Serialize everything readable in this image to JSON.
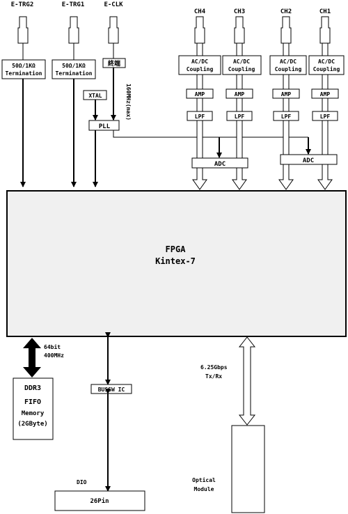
{
  "inputs": {
    "etrg2": {
      "label": "E-TRG2",
      "term1": "50Ω/1KΩ",
      "term2": "Termination"
    },
    "etrg1": {
      "label": "E-TRG1",
      "term1": "50Ω/1KΩ",
      "term2": "Termination"
    },
    "eclk": {
      "label": "E-CLK",
      "term": "終端",
      "freq": "160MHz(max)"
    }
  },
  "clock": {
    "xtal": "XTAL",
    "pll": "PLL"
  },
  "channels": [
    {
      "label": "CH4",
      "coupling1": "AC/DC",
      "coupling2": "Coupling",
      "amp": "AMP",
      "lpf": "LPF"
    },
    {
      "label": "CH3",
      "coupling1": "AC/DC",
      "coupling2": "Coupling",
      "amp": "AMP",
      "lpf": "LPF"
    },
    {
      "label": "CH2",
      "coupling1": "AC/DC",
      "coupling2": "Coupling",
      "amp": "AMP",
      "lpf": "LPF"
    },
    {
      "label": "CH1",
      "coupling1": "AC/DC",
      "coupling2": "Coupling",
      "amp": "AMP",
      "lpf": "LPF"
    }
  ],
  "adc": {
    "left": "ADC",
    "right": "ADC"
  },
  "fpga": {
    "line1": "FPGA",
    "line2": "Kintex-7"
  },
  "ddr": {
    "bus1": "64bit",
    "bus2": "400MHz",
    "line1": "DDR3",
    "line2": "FIFO",
    "line3": "Memory",
    "line4": "(2GByte)"
  },
  "dio": {
    "bussw": "BUSSW IC",
    "label": "DIO",
    "pins": "26Pin"
  },
  "optical": {
    "rate1": "6.25Gbps",
    "rate2": "Tx/Rx",
    "line1": "Optical",
    "line2": "Module"
  }
}
